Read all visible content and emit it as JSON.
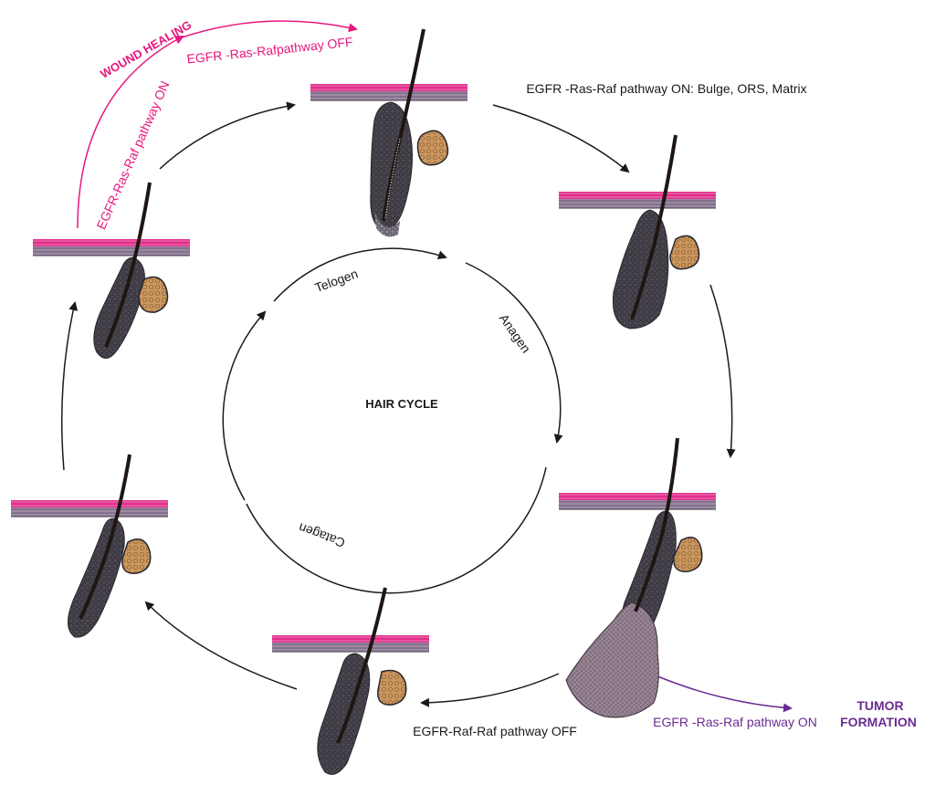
{
  "center": {
    "title": "HAIR CYCLE"
  },
  "phases": {
    "telogen": "Telogen",
    "anagen": "Anagen",
    "catagen": "Catagen"
  },
  "labels": {
    "wound_healing": "WOUND HEALING",
    "wound_on": "EGFR-Ras-Raf pathway ON",
    "wound_off": "EGFR -Ras-Rafpathway OFF",
    "anagen_on": "EGFR -Ras-Raf pathway ON: Bulge, ORS, Matrix",
    "catagen_off": "EGFR-Raf-Raf pathway OFF",
    "tumor_on": "EGFR -Ras-Raf pathway ON",
    "tumor_formation_1": "TUMOR",
    "tumor_formation_2": "FORMATION"
  },
  "colors": {
    "magenta": "#e8177e",
    "purple": "#6a2c91",
    "skin_top": "#e0308a",
    "skin_mid": "#a07ab0",
    "follicle": "#4a4550",
    "gland": "#c9975f",
    "hair": "#2a1f1a"
  }
}
